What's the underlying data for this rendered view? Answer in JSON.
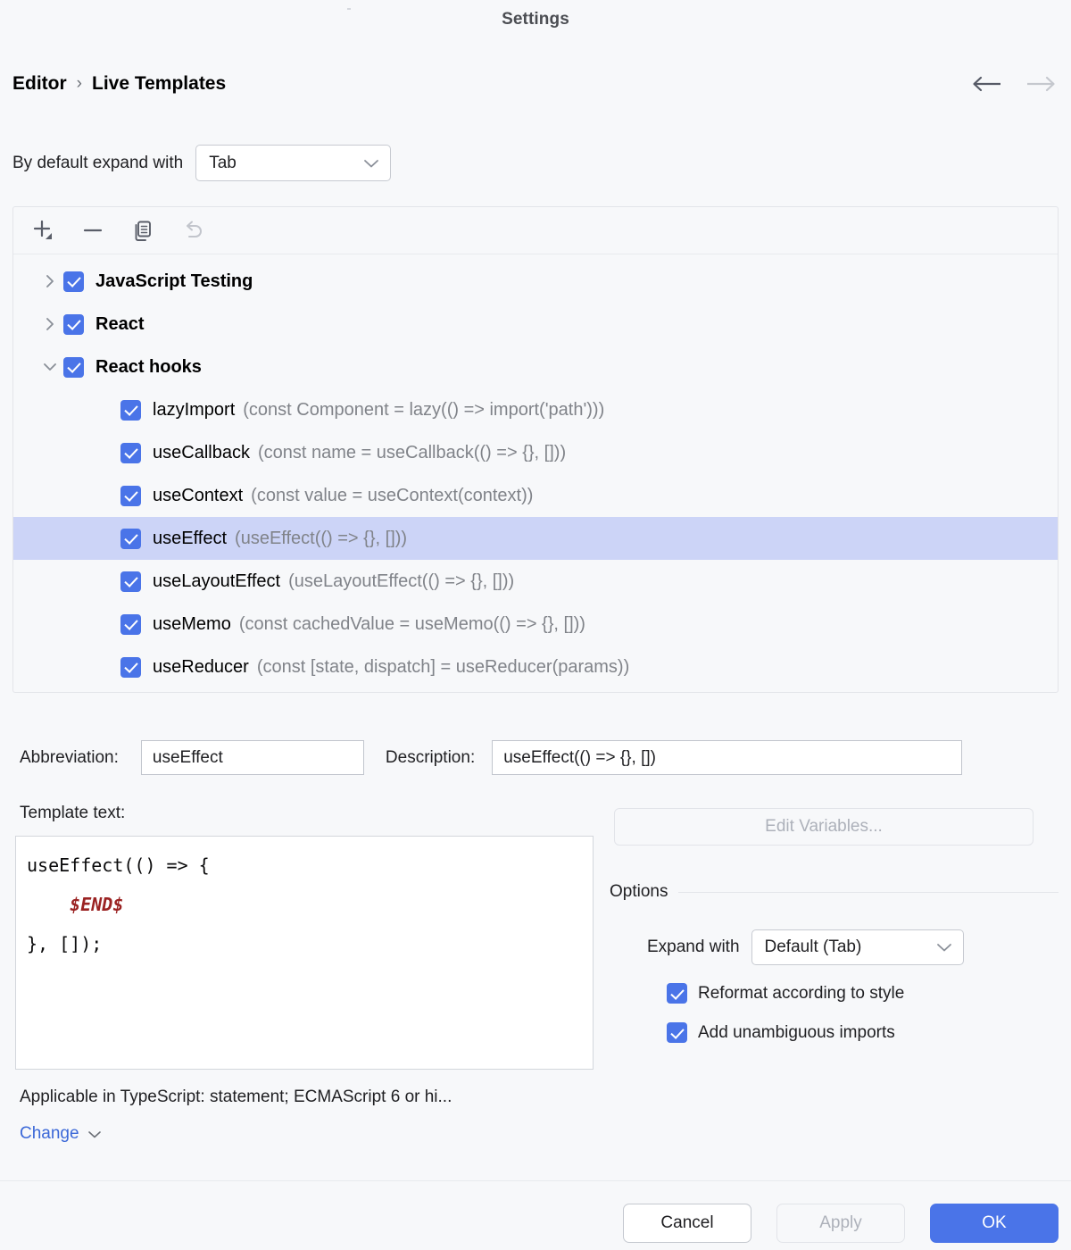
{
  "dialog": {
    "title": "Settings",
    "breadcrumb": {
      "root": "Editor",
      "separator": "›",
      "leaf": "Live Templates"
    },
    "nav": {
      "back_icon": "arrow-left-icon",
      "forward_icon": "arrow-right-icon"
    }
  },
  "expand_with": {
    "label": "By default expand with",
    "value": "Tab",
    "chevron_icon": "chevron-down-icon"
  },
  "toolbar": {
    "add": {
      "icon": "plus-icon",
      "label": "Add"
    },
    "remove": {
      "icon": "minus-icon",
      "label": "Remove"
    },
    "duplicate": {
      "icon": "copy-icon",
      "label": "Duplicate"
    },
    "revert": {
      "icon": "undo-icon",
      "label": "Revert",
      "enabled": false
    }
  },
  "tree": {
    "groups": [
      {
        "label": "JavaScript Testing",
        "checked": true,
        "expanded": false,
        "twisty_icon": "chevron-right-icon"
      },
      {
        "label": "React",
        "checked": true,
        "expanded": false,
        "twisty_icon": "chevron-right-icon"
      },
      {
        "label": "React hooks",
        "checked": true,
        "expanded": true,
        "twisty_icon": "chevron-down-icon"
      }
    ],
    "templates": [
      {
        "name": "lazyImport",
        "description": "(const Component = lazy(() => import('path')))",
        "checked": true,
        "selected": false
      },
      {
        "name": "useCallback",
        "description": "(const name = useCallback(() => {}, []))",
        "checked": true,
        "selected": false
      },
      {
        "name": "useContext",
        "description": "(const value = useContext(context))",
        "checked": true,
        "selected": false
      },
      {
        "name": "useEffect",
        "description": "(useEffect(() => {}, []))",
        "checked": true,
        "selected": true
      },
      {
        "name": "useLayoutEffect",
        "description": "(useLayoutEffect(() => {}, []))",
        "checked": true,
        "selected": false
      },
      {
        "name": "useMemo",
        "description": "(const cachedValue = useMemo(() => {}, []))",
        "checked": true,
        "selected": false
      },
      {
        "name": "useReducer",
        "description": "(const [state, dispatch] = useReducer(params))",
        "checked": true,
        "selected": false
      }
    ]
  },
  "details": {
    "abbreviation_label": "Abbreviation:",
    "abbreviation_value": "useEffect",
    "description_label": "Description:",
    "description_value": "useEffect(() => {}, [])",
    "template_text_label": "Template text:",
    "template_text_line1": "useEffect(() => {",
    "template_text_indent": "    ",
    "template_text_variable": "$END$",
    "template_text_line3": "}, []);",
    "edit_variables_label": "Edit Variables..."
  },
  "options": {
    "legend": "Options",
    "expand_with_label": "Expand with",
    "expand_with_value": "Default (Tab)",
    "chevron_icon": "chevron-down-icon",
    "reformat_label": "Reformat according to style",
    "reformat_checked": true,
    "imports_label": "Add unambiguous imports",
    "imports_checked": true
  },
  "context": {
    "applicable_text": "Applicable in TypeScript: statement; ECMAScript 6 or hi...",
    "change_label": "Change",
    "change_chevron_icon": "chevron-down-icon"
  },
  "footer": {
    "cancel_label": "Cancel",
    "apply_label": "Apply",
    "apply_enabled": false,
    "ok_label": "OK"
  },
  "colors": {
    "accent": "#4a74e8",
    "selection": "#ccd4f7",
    "link": "#3b68d8",
    "variable": "#9b2323",
    "background": "#f7f8fa",
    "muted_text": "#808389"
  }
}
